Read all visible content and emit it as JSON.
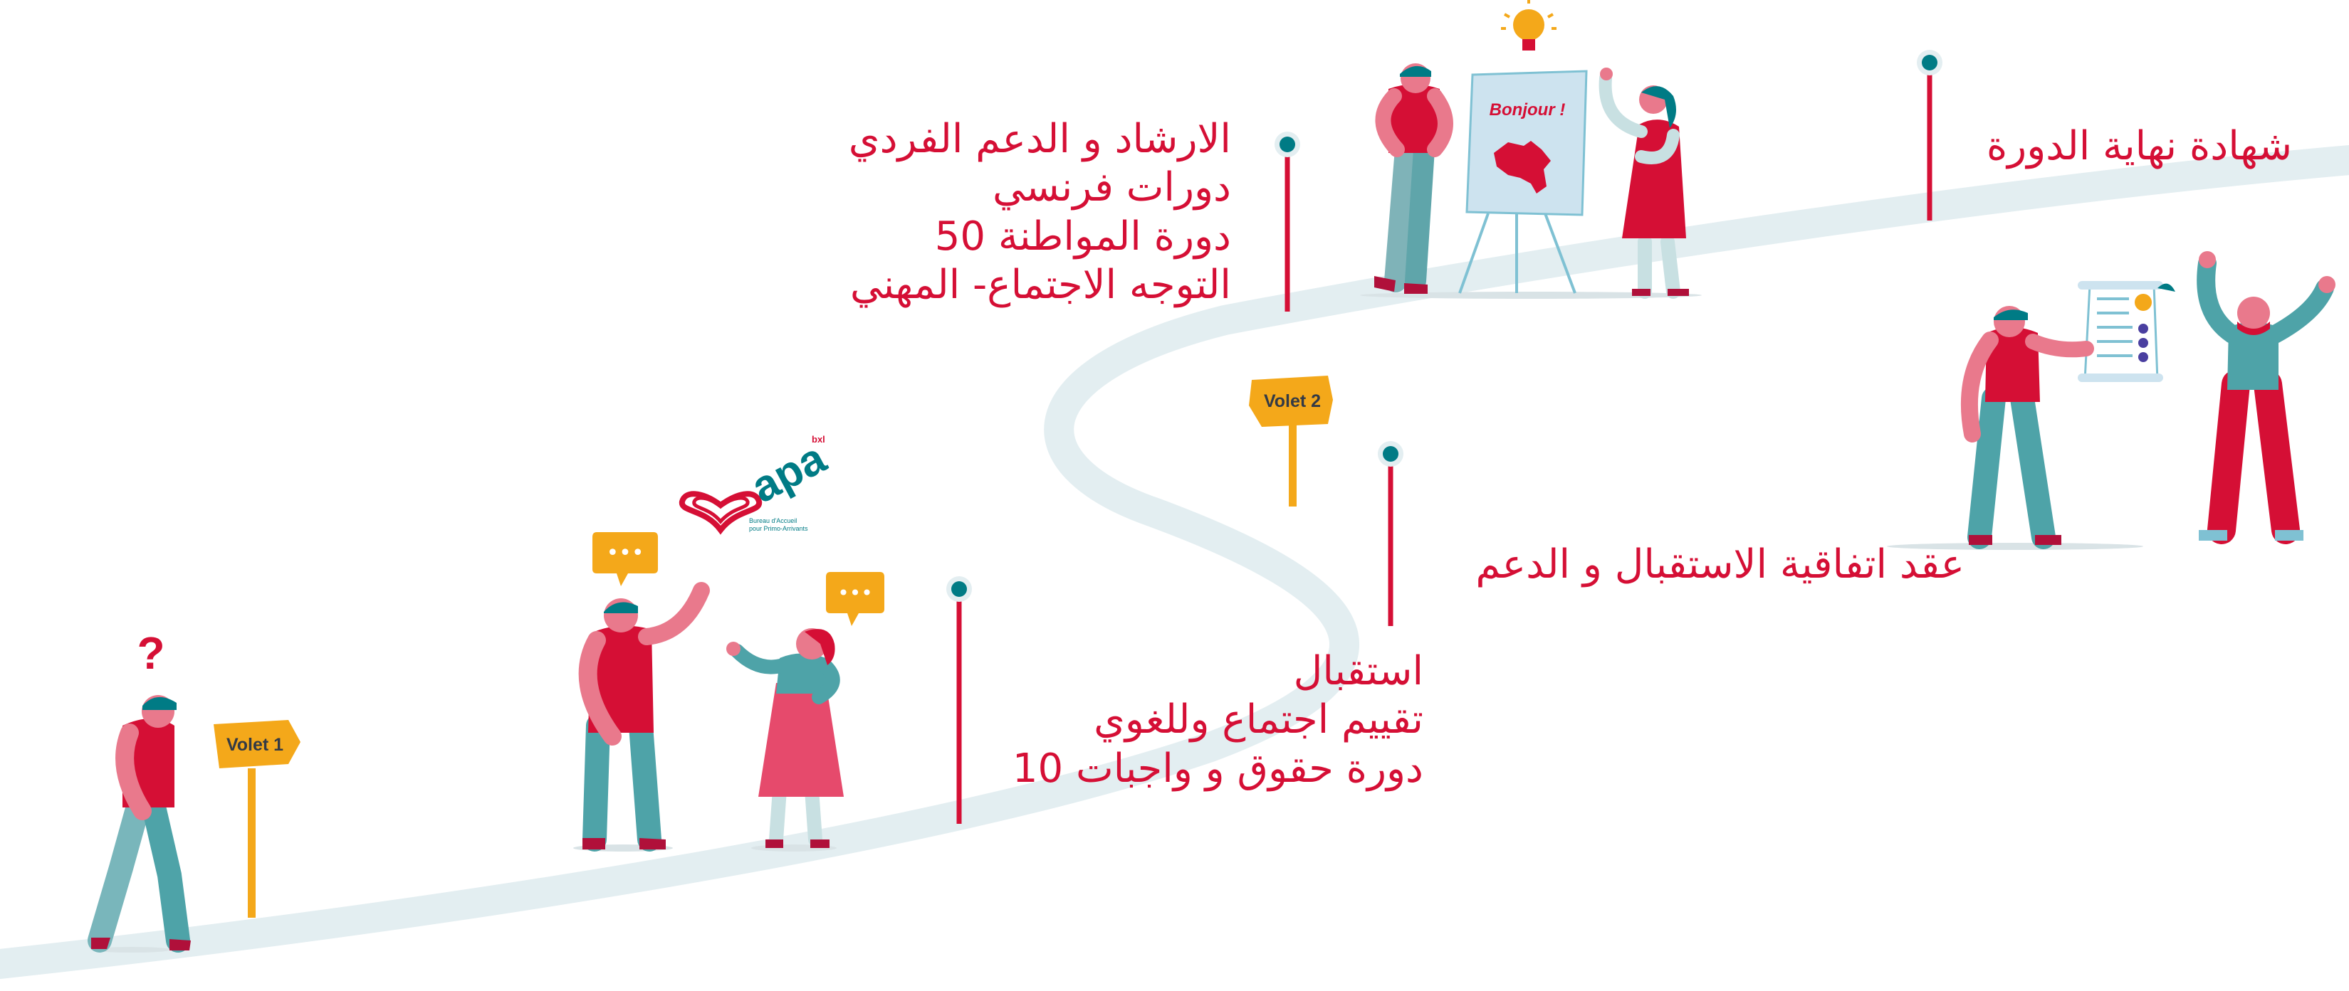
{
  "colors": {
    "accent_red": "#d50f35",
    "road": "#e3eef1",
    "teal": "#007b85",
    "teal_light": "#4ea3a8",
    "sign_yellow": "#f4a81a",
    "skin_pink": "#e9798c",
    "board_blue": "#cde3ef",
    "ink": "#333a45"
  },
  "icons": [
    "question-mark-icon",
    "lightbulb-icon",
    "speech-bubble-icon",
    "belgium-map-icon",
    "checklist-document-icon",
    "heart-logo-icon"
  ],
  "signs": {
    "volet1": "Volet 1",
    "volet2": "Volet 2"
  },
  "board": {
    "text": "Bonjour !"
  },
  "logo": {
    "name": "apa",
    "badge": "bxl",
    "tagline1": "Bureau d'Accueil",
    "tagline2": "pour Primo-Arrivants"
  },
  "question_mark": "?",
  "bubble_text": "•••",
  "steps": {
    "step1": {
      "lines": [
        "استقبال",
        "تقييم اجتماع وللغوي",
        "دورة حقوق و واجبات 10"
      ]
    },
    "step2": {
      "text": "عقد اتفاقية الاستقبال و الدعم"
    },
    "step3": {
      "lines": [
        "الارشاد و الدعم الفردي",
        "دورات فرنسي",
        "دورة المواطنة 50",
        "التوجه الاجتماع- المهني"
      ]
    },
    "step4": {
      "text": "شهادة نهاية الدورة"
    }
  }
}
